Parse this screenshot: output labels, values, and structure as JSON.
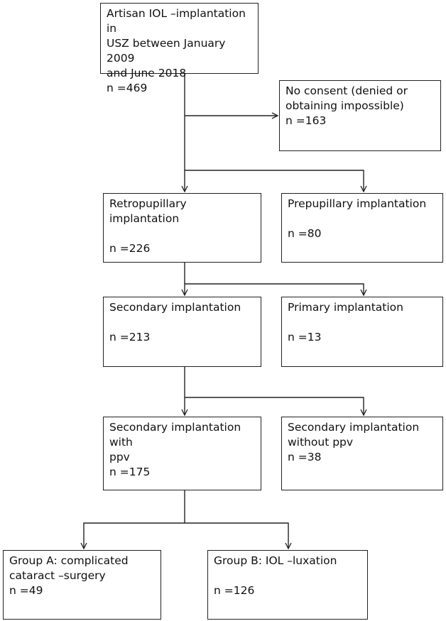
{
  "flowchart": {
    "total": {
      "label": "Artisan IOL –implantation  in\nUSZ between January 2009\nand June  2018",
      "count": "n =469"
    },
    "no_consent": {
      "label": "No consent (denied or\nobtaining impossible)",
      "count": "n =163"
    },
    "retropupillary": {
      "label": "Retropupillary  implantation",
      "count": "n =226"
    },
    "prepupillary": {
      "label": "Prepupillary  implantation",
      "count": "n =80"
    },
    "secondary": {
      "label": "Secondary implantation",
      "count": "n =213"
    },
    "primary": {
      "label": "Primary implantation",
      "count": "n =13"
    },
    "secondary_with_ppv": {
      "label": "Secondary implantation with\nppv",
      "count": "n =175"
    },
    "secondary_without_ppv": {
      "label": "Secondary implantation\nwithout ppv",
      "count": "n =38"
    },
    "group_a": {
      "label": "Group A: complicated\ncataract –surgery",
      "count": "n =49"
    },
    "group_b": {
      "label": "Group B:  IOL –luxation",
      "count": "n =126"
    }
  }
}
